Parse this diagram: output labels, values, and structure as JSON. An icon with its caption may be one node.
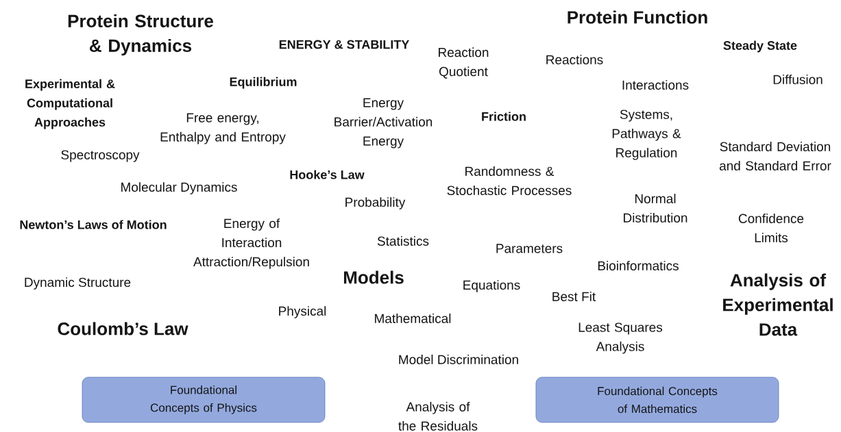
{
  "diagram": {
    "nodes": [
      {
        "text": [
          "Foundational Concepts of Physics"
        ]
      },
      {
        "text": [
          "Foundational Concepts of Mathematics"
        ]
      }
    ],
    "labels": [
      "Protein Function",
      "Protein Structure & Dynamics",
      "ENERGY & STABILITY",
      "Steady State",
      "Reaction Quotient",
      "Reactions",
      "Diffusion",
      "Interactions",
      "Experimental & Computational Approaches",
      "Equilibrium",
      "Energy Barrier/Activation Energy",
      "Friction",
      "Free energy, Enthalpy and Entropy",
      "Systems, Pathways & Regulation",
      "Standard Deviation and Standard Error",
      "Spectroscopy",
      "Randomness & Stochastic Processes",
      "Hooke’s Law",
      "Molecular Dynamics",
      "Probability",
      "Normal Distribution",
      "Newton’s Laws of Motion",
      "Energy of Interaction Attraction/Repulsion",
      "Confidence Limits",
      "Statistics",
      "Parameters",
      "Bioinformatics",
      "Models",
      "Analysis of Experimental Data",
      "Dynamic Structure",
      "Equations",
      "Best Fit",
      "Coulomb’s Law",
      "Physical",
      "Mathematical",
      "Least Squares Analysis",
      "Model Discrimination",
      "Analysis of the Residuals"
    ]
  }
}
